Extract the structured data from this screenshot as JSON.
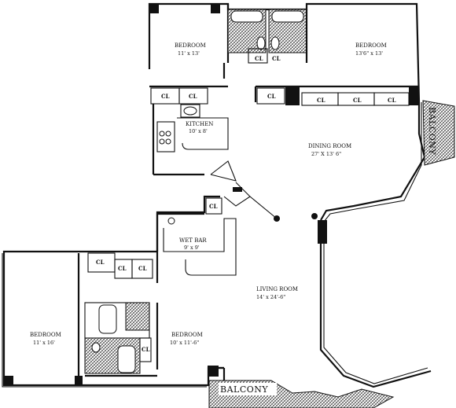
{
  "rooms": {
    "bedroom_top_left": {
      "name": "BEDROOM",
      "size": "11' x 13'"
    },
    "bedroom_top_right": {
      "name": "BEDROOM",
      "size": "13'6\" x 13'"
    },
    "kitchen": {
      "name": "KITCHEN",
      "size": "10' x 8'"
    },
    "dining_room": {
      "name": "DINING ROOM",
      "size": "27' X 13' 6\""
    },
    "wet_bar": {
      "name": "WET BAR",
      "size": "9' x 9'"
    },
    "living_room": {
      "name": "LIVING ROOM",
      "size": "14' x 24'-6\""
    },
    "bedroom_bottom_left": {
      "name": "BEDROOM",
      "size": "11' x 16'"
    },
    "bedroom_bottom_mid": {
      "name": "BEDROOM",
      "size": "10' x 11'-6\""
    }
  },
  "closet_label": "CL",
  "balcony_right": "BALCONY",
  "balcony_bottom": "BALCONY"
}
